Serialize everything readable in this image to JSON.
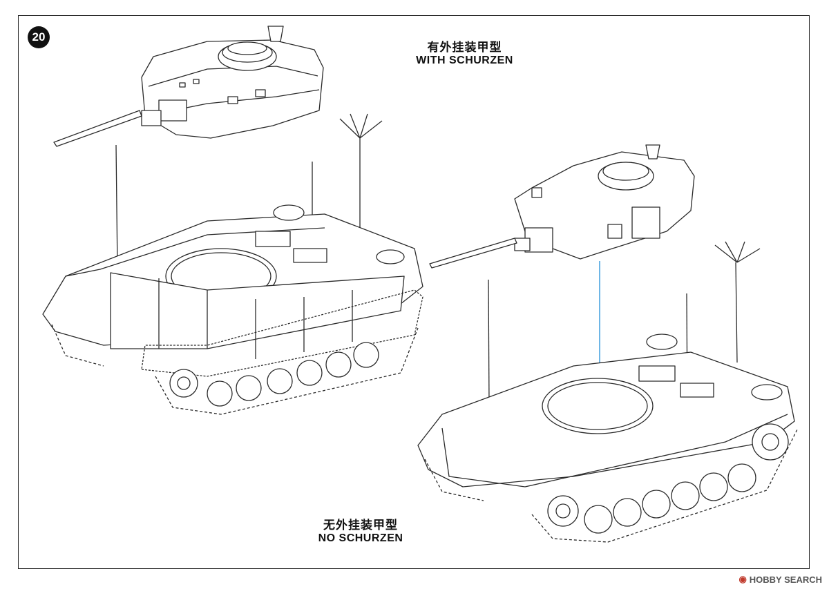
{
  "page": {
    "step_number": "20",
    "top_label": {
      "chinese": "有外挂装甲型",
      "english": "WITH SCHURZEN"
    },
    "bottom_label": {
      "chinese": "无外挂装甲型",
      "english": "NO SCHURZEN"
    },
    "watermark": "HOBBY SEARCH",
    "colors": {
      "line": "#2a2a2a",
      "arrow": "#4aa3df",
      "badge": "#111111"
    }
  }
}
